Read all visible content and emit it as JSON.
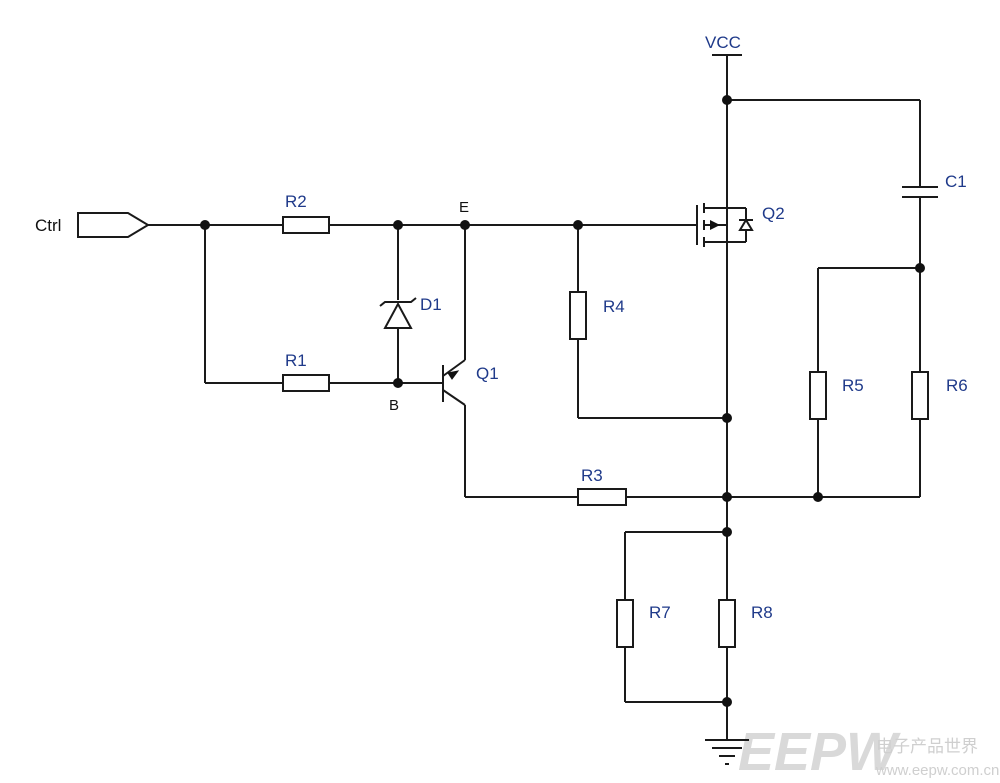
{
  "diagram": {
    "input_label": "Ctrl",
    "supply_label": "VCC",
    "node_labels": {
      "emitter": "E",
      "base": "B"
    },
    "components": {
      "R1": "R1",
      "R2": "R2",
      "R3": "R3",
      "R4": "R4",
      "R5": "R5",
      "R6": "R6",
      "R7": "R7",
      "R8": "R8",
      "C1": "C1",
      "D1": "D1",
      "Q1": "Q1",
      "Q2": "Q2"
    }
  },
  "watermark": {
    "logo": "EEPW",
    "tagline": "电子产品世界",
    "url": "www.eepw.com.cn"
  },
  "colors": {
    "wire": "#1a1a1a",
    "label": "#1f3a8a",
    "watermark": "#d0d0d0"
  }
}
